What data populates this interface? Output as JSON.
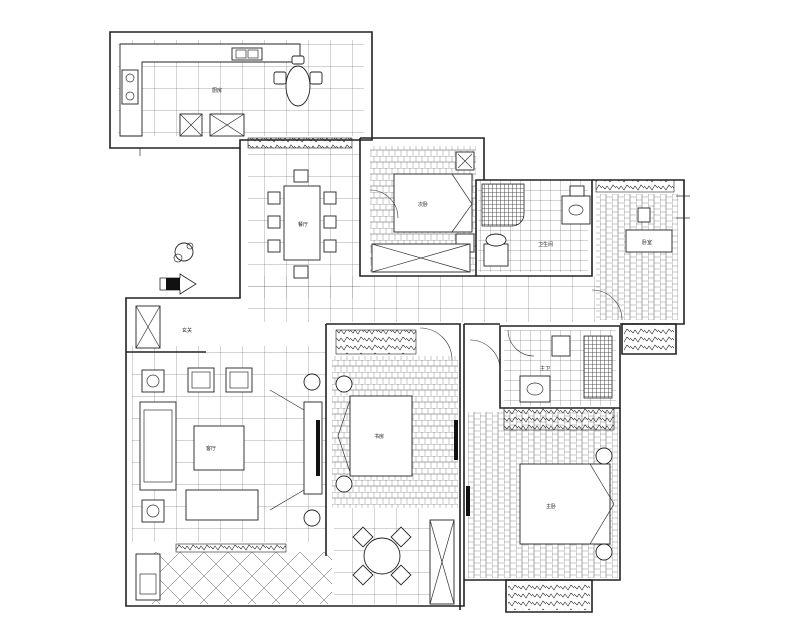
{
  "rooms": {
    "kitchen": {
      "label": "厨房"
    },
    "dining": {
      "label": "餐厅"
    },
    "living": {
      "label": "客厅"
    },
    "bedroom_second": {
      "label": "次卧"
    },
    "bedroom_north": {
      "label": "卧室"
    },
    "bedroom_master": {
      "label": "主卧"
    },
    "bathroom": {
      "label": "卫生间"
    },
    "bathroom_master": {
      "label": "主卫"
    },
    "study": {
      "label": "书房"
    },
    "entry": {
      "label": "玄关"
    }
  },
  "icons": {
    "entry_arrow": "entry-arrow-icon",
    "plant": "plant-icon",
    "toilet": "toilet-icon",
    "sink": "sink-icon",
    "stove": "stove-icon"
  }
}
